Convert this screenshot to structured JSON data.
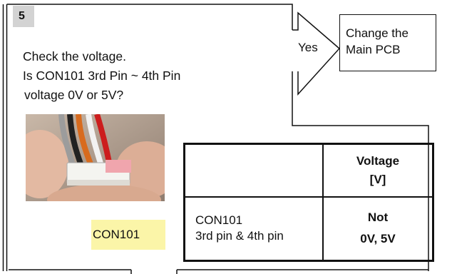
{
  "step": {
    "number": "5"
  },
  "question": {
    "line1": "Check the voltage.",
    "line2": "Is CON101 3rd Pin ~ 4th Pin",
    "line3": "voltage 0V or 5V?"
  },
  "branch": {
    "yes_label": "Yes"
  },
  "action": {
    "line1": "Change the",
    "line2": "Main PCB"
  },
  "photo": {
    "caption": "CON101"
  },
  "table": {
    "header": {
      "col1": "",
      "col2_line1": "Voltage",
      "col2_line2": "[V]"
    },
    "row": {
      "name_line1": "CON101",
      "name_line2": "3rd pin & 4th pin",
      "value_line1": "Not",
      "value_line2": "0V, 5V"
    }
  },
  "colors": {
    "badge": "#d3d3d3",
    "caption_bg": "#fbf5a8",
    "lines": "#111111"
  }
}
